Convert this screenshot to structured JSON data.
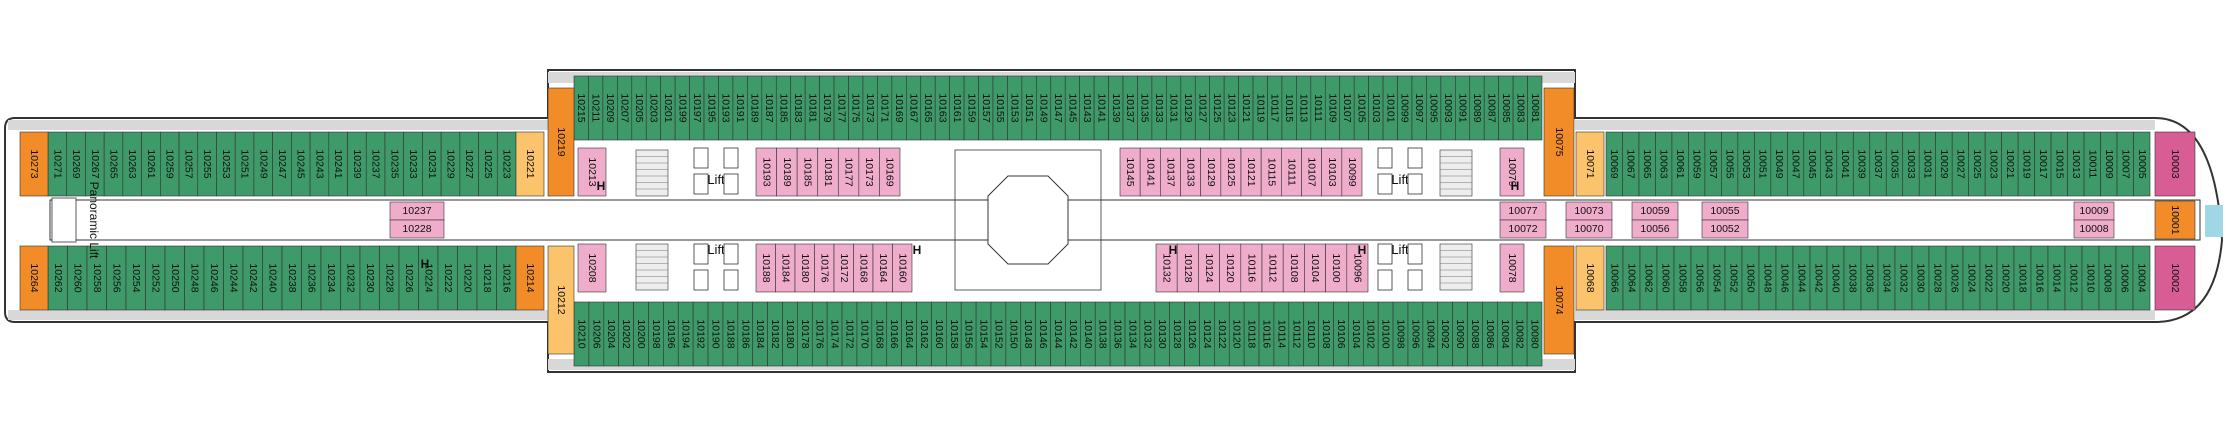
{
  "colors": {
    "balcony": "#3e9a68",
    "interior": "#efaccb",
    "suite": "#f28c28",
    "suite_light": "#fac36c",
    "forward_suite": "#d95d95",
    "stairs": "#ededed",
    "walkway": "#d8d8d8",
    "deck": "#ffffff",
    "aqua": "#9fd8e4",
    "line": "#333333"
  },
  "labels": {
    "lift": "Lift",
    "panoramic_lift": "Panoramic Lift",
    "accessible": "H"
  },
  "balcony_top": [
    "10215",
    "10211",
    "10209",
    "10207",
    "10205",
    "10203",
    "10201",
    "10199",
    "10197",
    "10195",
    "10193",
    "10191",
    "10189",
    "10187",
    "10185",
    "10183",
    "10181",
    "10179",
    "10177",
    "10175",
    "10173",
    "10171",
    "10169",
    "10167",
    "10165",
    "10163",
    "10161",
    "10159",
    "10157",
    "10155",
    "10153",
    "10151",
    "10149",
    "10147",
    "10145",
    "10143",
    "10141",
    "10139",
    "10137",
    "10135",
    "10133",
    "10131",
    "10129",
    "10127",
    "10125",
    "10123",
    "10121",
    "10119",
    "10117",
    "10115",
    "10113",
    "10111",
    "10109",
    "10107",
    "10105",
    "10103",
    "10101",
    "10099",
    "10097",
    "10095",
    "10093",
    "10091",
    "10089",
    "10087",
    "10085",
    "10083",
    "10081"
  ],
  "balcony_bottom": [
    "10210",
    "10206",
    "10204",
    "10202",
    "10200",
    "10198",
    "10196",
    "10194",
    "10192",
    "10190",
    "10188",
    "10186",
    "10184",
    "10182",
    "10180",
    "10178",
    "10176",
    "10174",
    "10172",
    "10170",
    "10168",
    "10166",
    "10164",
    "10162",
    "10160",
    "10158",
    "10156",
    "10154",
    "10152",
    "10150",
    "10148",
    "10146",
    "10144",
    "10142",
    "10140",
    "10138",
    "10136",
    "10134",
    "10132",
    "10130",
    "10128",
    "10126",
    "10124",
    "10122",
    "10120",
    "10118",
    "10116",
    "10114",
    "10112",
    "10110",
    "10108",
    "10106",
    "10104",
    "10102",
    "10100",
    "10098",
    "10096",
    "10094",
    "10092",
    "10090",
    "10088",
    "10086",
    "10084",
    "10082",
    "10080"
  ],
  "aft_top": [
    "10271",
    "10269",
    "10267",
    "10265",
    "10263",
    "10261",
    "10259",
    "10257",
    "10255",
    "10253",
    "10251",
    "10249",
    "10247",
    "10245",
    "10243",
    "10241",
    "10239",
    "10237",
    "10235",
    "10233",
    "10231",
    "10229",
    "10227",
    "10225",
    "10223"
  ],
  "aft_bottom": [
    "10262",
    "10260",
    "10258",
    "10256",
    "10254",
    "10252",
    "10250",
    "10248",
    "10246",
    "10244",
    "10242",
    "10240",
    "10238",
    "10236",
    "10234",
    "10232",
    "10230",
    "10228",
    "10226",
    "10224",
    "10222",
    "10220",
    "10218",
    "10216"
  ],
  "fwd_top": [
    "10069",
    "10067",
    "10065",
    "10063",
    "10061",
    "10059",
    "10057",
    "10055",
    "10053",
    "10051",
    "10049",
    "10047",
    "10045",
    "10043",
    "10041",
    "10039",
    "10037",
    "10035",
    "10033",
    "10031",
    "10029",
    "10027",
    "10025",
    "10023",
    "10021",
    "10019",
    "10017",
    "10015",
    "10013",
    "10011",
    "10009",
    "10007",
    "10005"
  ],
  "fwd_bottom": [
    "10066",
    "10064",
    "10062",
    "10060",
    "10058",
    "10056",
    "10054",
    "10052",
    "10050",
    "10048",
    "10046",
    "10044",
    "10042",
    "10040",
    "10038",
    "10036",
    "10034",
    "10032",
    "10030",
    "10028",
    "10026",
    "10024",
    "10022",
    "10020",
    "10018",
    "10016",
    "10014",
    "10012",
    "10010",
    "10008",
    "10006",
    "10004"
  ],
  "suites": {
    "aft_top": "10273",
    "aft_bottom": "10264",
    "mid_aft_top": [
      "10221",
      "10219"
    ],
    "mid_aft_bottom": [
      "10214",
      "10212"
    ],
    "mid_fwd_top": [
      "10075",
      "10071"
    ],
    "mid_fwd_bottom": [
      "10074",
      "10068"
    ],
    "bow_top": "10003",
    "bow_center": "10001",
    "bow_bottom": "10002"
  },
  "interior_top_aft": [
    "10213"
  ],
  "interior_top_mid1": [
    "10193",
    "10189",
    "10185",
    "10181",
    "10177",
    "10173",
    "10169"
  ],
  "interior_top_mid2": [
    "10145",
    "10141",
    "10137",
    "10133",
    "10129",
    "10125",
    "10121",
    "10115",
    "10111",
    "10107",
    "10103",
    "10099"
  ],
  "interior_top_fwd": [
    "10079"
  ],
  "interior_bottom_aft": [
    "10208"
  ],
  "interior_bottom_mid1": [
    "10188",
    "10184",
    "10180",
    "10176",
    "10172",
    "10168",
    "10164",
    "10160"
  ],
  "interior_bottom_mid2": [
    "10132",
    "10128",
    "10124",
    "10120",
    "10116",
    "10112",
    "10108",
    "10104",
    "10100",
    "10096"
  ],
  "interior_bottom_fwd": [
    "10078"
  ],
  "interior_aft_grid": [
    "10237",
    "10228"
  ],
  "interior_fwd_grid": [
    [
      "10077",
      "10073",
      "10059",
      "10055"
    ],
    [
      "10072",
      "10070",
      "10056",
      "10052"
    ]
  ],
  "interior_bow": [
    "10009",
    "10008"
  ]
}
